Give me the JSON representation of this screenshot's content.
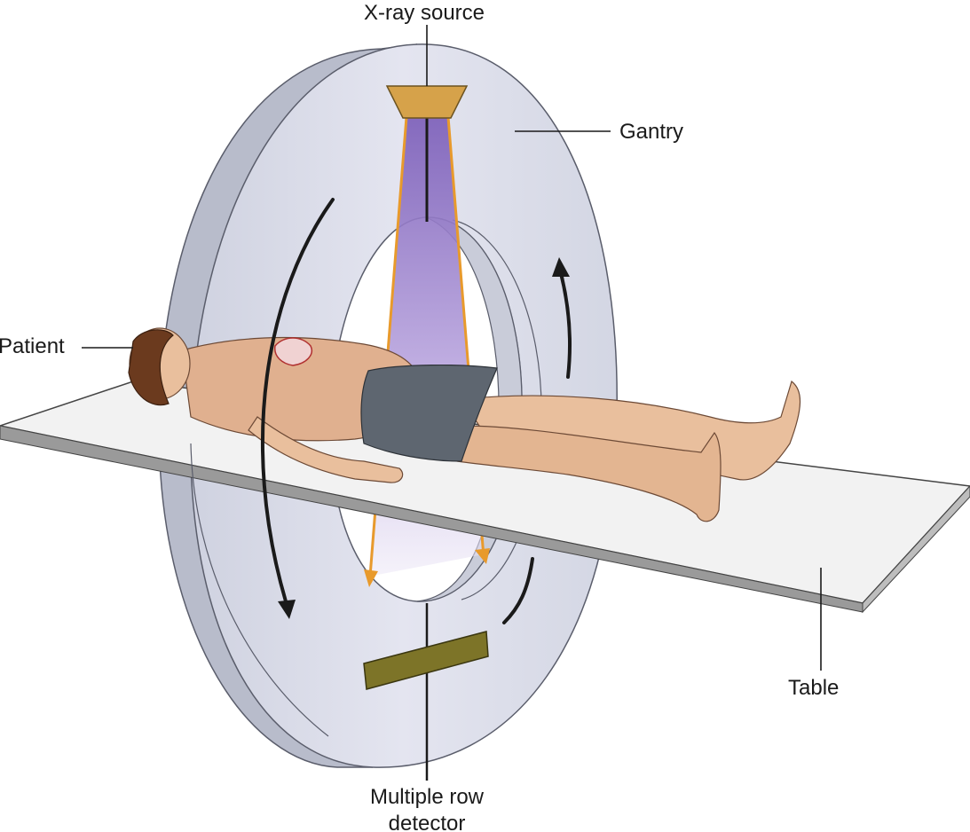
{
  "labels": {
    "xray_source": "X-ray source",
    "gantry": "Gantry",
    "patient": "Patient",
    "table": "Table",
    "detector_line1": "Multiple row",
    "detector_line2": "detector"
  },
  "colors": {
    "gantry_face": "#dcdde9",
    "gantry_side": "#b8bccb",
    "bore_inner": "#c9ccd9",
    "beam": "#8f72c4",
    "beam_edge": "#e89a2c",
    "source": "#d6a24a",
    "detector": "#7d7428",
    "table_top": "#f2f2f2",
    "table_edge": "#9a9a9a",
    "skin": "#e9bf9d",
    "shorts": "#5e6670",
    "hair": "#6b3a1e",
    "arrow": "#1a1a1a"
  },
  "icons": {
    "rotation_arrows": "rotation-arrow-icon"
  }
}
